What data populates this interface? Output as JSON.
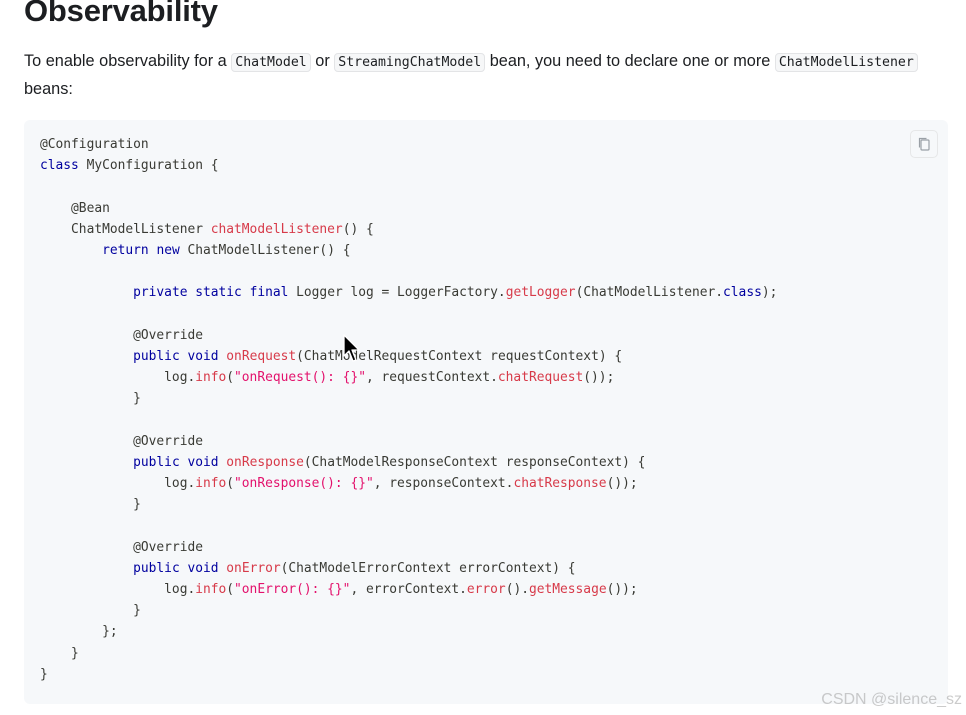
{
  "heading": "Observability",
  "intro": {
    "text_1": "To enable observability for a ",
    "code_1": "ChatModel",
    "text_2": " or ",
    "code_2": "StreamingChatModel",
    "text_3": " bean, you need to declare one or more ",
    "code_3": "ChatModelListener",
    "text_4": " beans:"
  },
  "code_block": {
    "copy_label": "Copy",
    "lines": [
      [
        [
          "ann",
          "@Configuration"
        ]
      ],
      [
        [
          "kw",
          "class"
        ],
        [
          "plain",
          " MyConfiguration {"
        ]
      ],
      [
        [
          "plain",
          ""
        ]
      ],
      [
        [
          "plain",
          "    "
        ],
        [
          "ann",
          "@Bean"
        ]
      ],
      [
        [
          "plain",
          "    ChatModelListener "
        ],
        [
          "fn",
          "chatModelListener"
        ],
        [
          "plain",
          "() {"
        ]
      ],
      [
        [
          "plain",
          "        "
        ],
        [
          "kw",
          "return"
        ],
        [
          "plain",
          " "
        ],
        [
          "kw",
          "new"
        ],
        [
          "plain",
          " ChatModelListener() {"
        ]
      ],
      [
        [
          "plain",
          ""
        ]
      ],
      [
        [
          "plain",
          "            "
        ],
        [
          "kw",
          "private"
        ],
        [
          "plain",
          " "
        ],
        [
          "kw",
          "static"
        ],
        [
          "plain",
          " "
        ],
        [
          "kw",
          "final"
        ],
        [
          "plain",
          " Logger log = LoggerFactory."
        ],
        [
          "fn",
          "getLogger"
        ],
        [
          "plain",
          "(ChatModelListener."
        ],
        [
          "kw",
          "class"
        ],
        [
          "plain",
          ");"
        ]
      ],
      [
        [
          "plain",
          ""
        ]
      ],
      [
        [
          "plain",
          "            "
        ],
        [
          "ann",
          "@Override"
        ]
      ],
      [
        [
          "plain",
          "            "
        ],
        [
          "kw",
          "public"
        ],
        [
          "plain",
          " "
        ],
        [
          "kw",
          "void"
        ],
        [
          "plain",
          " "
        ],
        [
          "fn",
          "onRequest"
        ],
        [
          "plain",
          "(ChatModelRequestContext requestContext) {"
        ]
      ],
      [
        [
          "plain",
          "                log."
        ],
        [
          "fn",
          "info"
        ],
        [
          "plain",
          "("
        ],
        [
          "str",
          "\"onRequest(): {}\""
        ],
        [
          "plain",
          ", requestContext."
        ],
        [
          "fn",
          "chatRequest"
        ],
        [
          "plain",
          "());"
        ]
      ],
      [
        [
          "plain",
          "            }"
        ]
      ],
      [
        [
          "plain",
          ""
        ]
      ],
      [
        [
          "plain",
          "            "
        ],
        [
          "ann",
          "@Override"
        ]
      ],
      [
        [
          "plain",
          "            "
        ],
        [
          "kw",
          "public"
        ],
        [
          "plain",
          " "
        ],
        [
          "kw",
          "void"
        ],
        [
          "plain",
          " "
        ],
        [
          "fn",
          "onResponse"
        ],
        [
          "plain",
          "(ChatModelResponseContext responseContext) {"
        ]
      ],
      [
        [
          "plain",
          "                log."
        ],
        [
          "fn",
          "info"
        ],
        [
          "plain",
          "("
        ],
        [
          "str",
          "\"onResponse(): {}\""
        ],
        [
          "plain",
          ", responseContext."
        ],
        [
          "fn",
          "chatResponse"
        ],
        [
          "plain",
          "());"
        ]
      ],
      [
        [
          "plain",
          "            }"
        ]
      ],
      [
        [
          "plain",
          ""
        ]
      ],
      [
        [
          "plain",
          "            "
        ],
        [
          "ann",
          "@Override"
        ]
      ],
      [
        [
          "plain",
          "            "
        ],
        [
          "kw",
          "public"
        ],
        [
          "plain",
          " "
        ],
        [
          "kw",
          "void"
        ],
        [
          "plain",
          " "
        ],
        [
          "fn",
          "onError"
        ],
        [
          "plain",
          "(ChatModelErrorContext errorContext) {"
        ]
      ],
      [
        [
          "plain",
          "                log."
        ],
        [
          "fn",
          "info"
        ],
        [
          "plain",
          "("
        ],
        [
          "str",
          "\"onError(): {}\""
        ],
        [
          "plain",
          ", errorContext."
        ],
        [
          "fn",
          "error"
        ],
        [
          "plain",
          "()."
        ],
        [
          "fn",
          "getMessage"
        ],
        [
          "plain",
          "());"
        ]
      ],
      [
        [
          "plain",
          "            }"
        ]
      ],
      [
        [
          "plain",
          "        };"
        ]
      ],
      [
        [
          "plain",
          "    }"
        ]
      ],
      [
        [
          "plain",
          "}"
        ]
      ]
    ]
  },
  "watermark": "CSDN @silence_sz",
  "colors": {
    "keyword": "#00009f",
    "function": "#d73a49",
    "string": "#e3116c",
    "plain": "#393a34",
    "code_background": "#f6f8fa"
  },
  "icons": {
    "copy": "copy-icon",
    "cursor": "mouse-pointer-icon"
  }
}
